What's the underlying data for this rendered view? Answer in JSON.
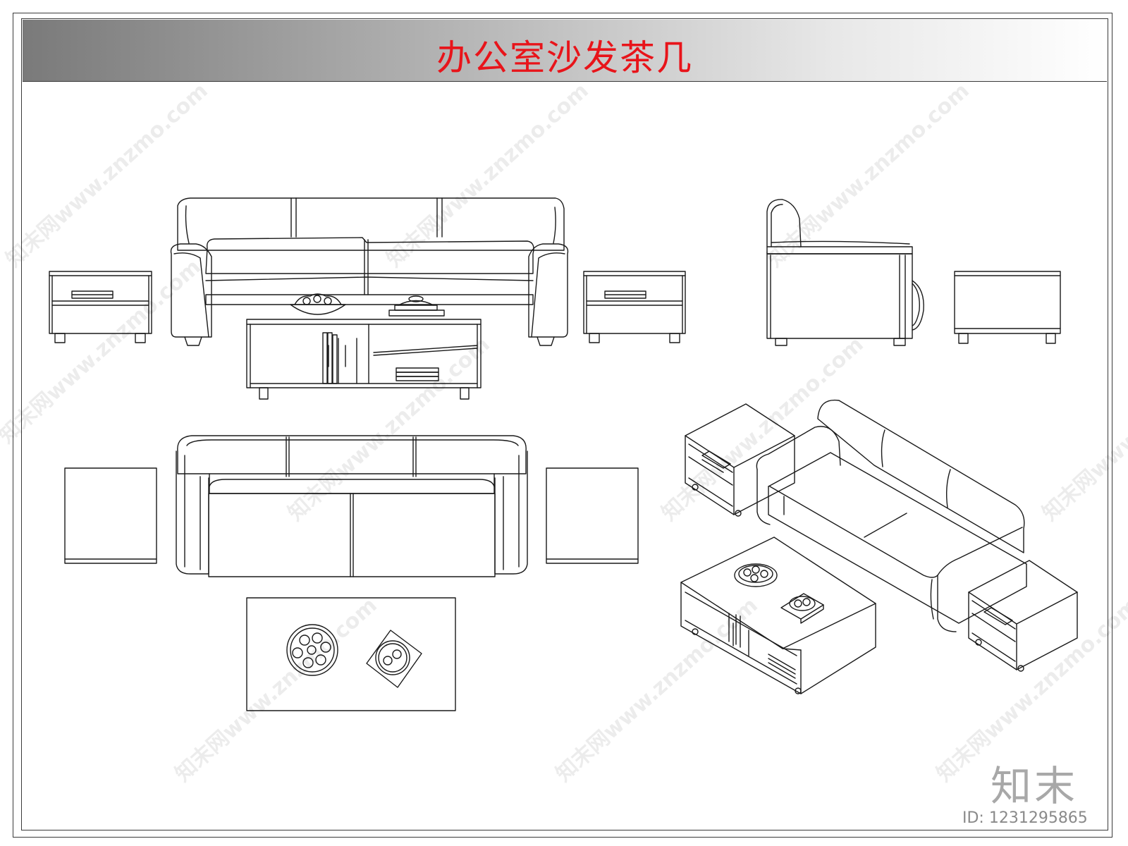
{
  "title": "办公室沙发茶几",
  "watermark": "知末网www.znzmo.com",
  "logo": "知末",
  "id_text": "ID: 1231295865",
  "colors": {
    "title": "#e8141a",
    "line": "#1a1a1a"
  }
}
